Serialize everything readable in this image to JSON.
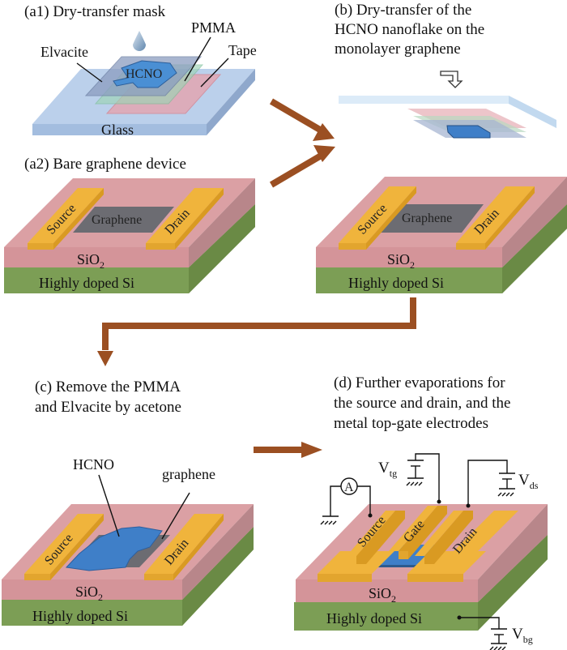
{
  "figure": {
    "colors": {
      "arrow": "#9b4f22",
      "sio2_top": "#dba0a4",
      "sio2_front": "#d49499",
      "sio2_side": "#b8868a",
      "si_front": "#7c9e55",
      "si_side": "#6a8a45",
      "electrode": "#f0b43c",
      "electrode_side": "#d99a22",
      "graphene": "#6c6c72",
      "hcno": "#3f7fc8",
      "glass": "#a9c3e4",
      "pmma": "#9dd4b4",
      "tape": "#e7a0aa",
      "elvacite": "#8b9dc0"
    },
    "panels": {
      "a1": {
        "caption": "(a1) Dry-transfer mask",
        "labels": {
          "elvacite": "Elvacite",
          "pmma": "PMMA",
          "tape": "Tape",
          "hcno": "HCNO",
          "glass": "Glass"
        }
      },
      "a2": {
        "caption": "(a2) Bare graphene device",
        "labels": {
          "source": "Source",
          "drain": "Drain",
          "graphene": "Graphene",
          "sio2": "SiO",
          "sio2_sub": "2",
          "si": "Highly doped Si"
        }
      },
      "b": {
        "caption_lines": [
          "(b)  Dry-transfer  of  the",
          "HCNO  nanoflake  on  the",
          "monolayer graphene"
        ],
        "labels": {
          "source": "Source",
          "drain": "Drain",
          "graphene": "Graphene",
          "sio2": "SiO",
          "sio2_sub": "2",
          "si": "Highly doped Si"
        }
      },
      "c": {
        "caption_lines": [
          "(c) Remove the PMMA",
          "and Elvacite by acetone"
        ],
        "labels": {
          "hcno": "HCNO",
          "graphene": "graphene",
          "source": "Source",
          "drain": "Drain",
          "sio2": "SiO",
          "sio2_sub": "2",
          "si": "Highly doped Si"
        }
      },
      "d": {
        "caption_lines": [
          "(d) Further evaporations for",
          "the source and drain, and the",
          "metal top-gate electrodes"
        ],
        "labels": {
          "source": "Source",
          "gate": "Gate",
          "drain": "Drain",
          "sio2": "SiO",
          "sio2_sub": "2",
          "si": "Highly doped Si",
          "ammeter": "A",
          "vtg": "V",
          "vtg_sub": "tg",
          "vds": "V",
          "vds_sub": "ds",
          "vbg": "V",
          "vbg_sub": "bg"
        }
      }
    }
  }
}
